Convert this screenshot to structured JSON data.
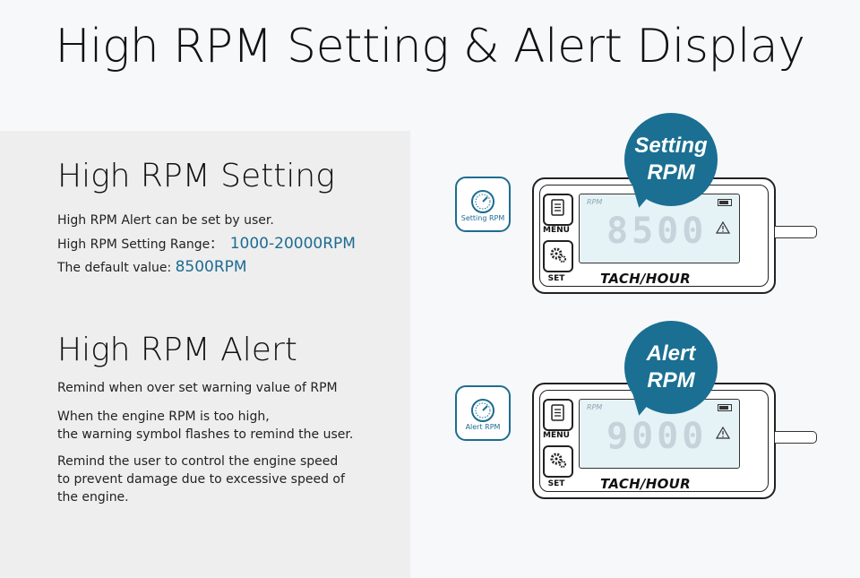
{
  "title": "High RPM Setting & Alert Display",
  "setting": {
    "heading": "High RPM Setting",
    "line1": "High RPM Alert can be set by user.",
    "range_label": "High RPM Setting Range：",
    "range_value": "1000-20000RPM",
    "default_label": "The default value:",
    "default_value": "8500RPM",
    "badge": "Setting RPM",
    "bubble": [
      "Setting",
      "RPM"
    ],
    "display": "8500"
  },
  "alert": {
    "heading": "High RPM Alert",
    "line1": "Remind when over set warning value of RPM",
    "line2a": "When the engine RPM is too high,",
    "line2b": "the warning symbol flashes to remind the user.",
    "line3a": "Remind the user to control the engine speed",
    "line3b": "to prevent damage due to excessive speed of",
    "line3c": "the engine.",
    "badge": "Alert RPM",
    "bubble": [
      "Alert",
      "RPM"
    ],
    "display": "9000"
  },
  "device": {
    "menu_label": "MENU",
    "set_label": "SET",
    "brand": "TACH/HOUR",
    "screen_label": "RPM"
  },
  "colors": {
    "accent": "#1a6f92"
  }
}
